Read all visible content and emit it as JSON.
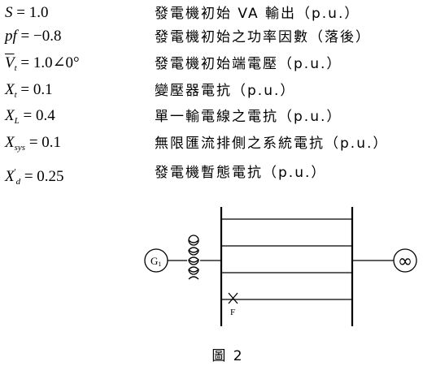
{
  "params": [
    {
      "symbol": "S",
      "eq": " = 1.0",
      "desc": "發電機初始 VA 輸出（p.u.）"
    },
    {
      "symbol": "pf",
      "eq": " = −0.8",
      "desc": "發電機初始之功率因數（落後）"
    },
    {
      "symbol": "V",
      "sub": "t",
      "eq": " = 1.0∠0°",
      "desc": "發電機初始端電壓（p.u.）"
    },
    {
      "symbol": "X",
      "sub": "t",
      "eq": " = 0.1",
      "desc": "變壓器電抗（p.u.）"
    },
    {
      "symbol": "X",
      "sub": "L",
      "eq": " = 0.4",
      "desc": "單一輸電線之電抗（p.u.）"
    },
    {
      "symbol": "X",
      "sub": "sys",
      "eq": " = 0.1",
      "desc": "無限匯流排側之系統電抗（p.u.）"
    },
    {
      "symbol": "X",
      "sub": "d",
      "sup": "'",
      "eq": " = 0.25",
      "desc": "發電機暫態電抗（p.u.）"
    }
  ],
  "diagram": {
    "generator_label": "G",
    "generator_sub": "1",
    "infinite_bus_label": "∞",
    "fault_label": "F"
  },
  "caption": "圖 2"
}
